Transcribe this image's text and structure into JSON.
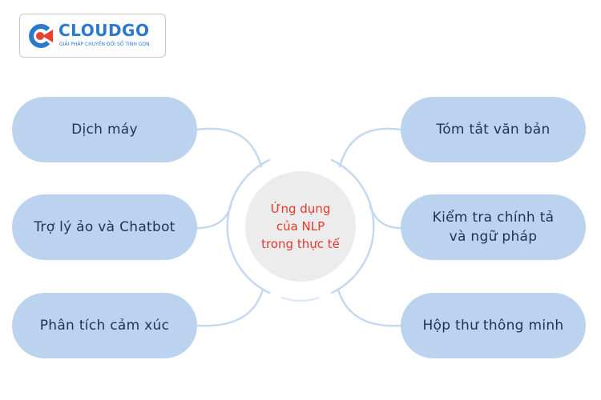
{
  "colors": {
    "brand_blue": "#2c78cc",
    "brand_red": "#e8412f",
    "pill_fill": "#bcd3ef",
    "pill_text": "#1f3350",
    "center_fill": "#ececec",
    "center_text": "#e23a2c",
    "connector": "#c4d9f1"
  },
  "logo": {
    "name": "CLOUDGO",
    "tagline": "GIẢI PHÁP CHUYỂN ĐỔI SỐ TINH GỌN",
    "icon": "cloudgo-logo-icon"
  },
  "center": {
    "line1": "Ứng dụng",
    "line2": "của NLP",
    "line3": "trong thực tế"
  },
  "left_nodes": [
    {
      "label": "Dịch máy"
    },
    {
      "label": "Trợ lý ảo và Chatbot"
    },
    {
      "label": "Phân tích cảm xúc"
    }
  ],
  "right_nodes": [
    {
      "line1": "Tóm tắt văn bản",
      "line2": ""
    },
    {
      "line1": "Kiểm tra chính tả",
      "line2": "và ngữ pháp"
    },
    {
      "line1": "Hộp thư thông minh",
      "line2": ""
    }
  ]
}
